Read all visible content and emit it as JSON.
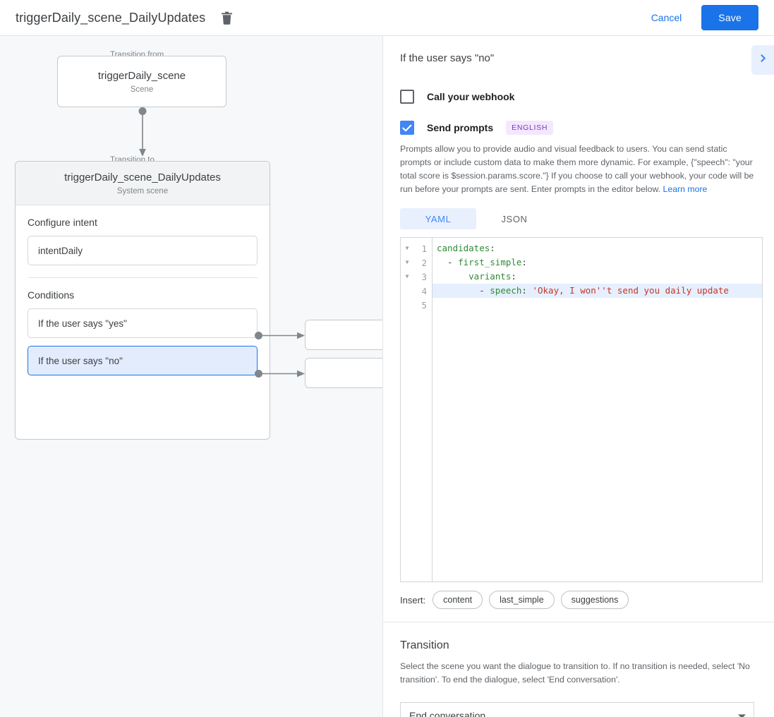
{
  "topbar": {
    "title": "triggerDaily_scene_DailyUpdates",
    "delete_icon": "trash-icon",
    "cancel_label": "Cancel",
    "save_label": "Save",
    "save_color": "#1a73e8",
    "link_color": "#1a73e8"
  },
  "canvas": {
    "from": {
      "legend": "Transition from",
      "name": "triggerDaily_scene",
      "type": "Scene"
    },
    "to": {
      "legend": "Transition to",
      "name": "triggerDaily_scene_DailyUpdates",
      "type": "System scene"
    },
    "intent": {
      "section_title": "Configure intent",
      "value": "intentDaily"
    },
    "conditions": {
      "section_title": "Conditions",
      "items": [
        {
          "label": "If the user says \"yes\"",
          "selected": false
        },
        {
          "label": "If the user says \"no\"",
          "selected": true
        }
      ],
      "selected_bg": "#e3ecfd",
      "selected_border": "#1a73e8"
    },
    "target_nodes": [
      {
        "label": ""
      },
      {
        "label": ""
      }
    ]
  },
  "panel": {
    "title": "If the user says \"no\"",
    "expand_icon": "chevron-right-icon",
    "webhook": {
      "label": "Call your webhook",
      "checked": false
    },
    "prompts": {
      "label": "Send prompts",
      "checked": true,
      "badge": "ENGLISH",
      "badge_color": "#8430ce",
      "badge_bg": "#f3e8fd",
      "description": "Prompts allow you to provide audio and visual feedback to users. You can send static prompts or include custom data to make them more dynamic. For example, {\"speech\": \"your total score is $session.params.score.\"} If you choose to call your webhook, your code will be run before your prompts are sent. Enter prompts in the editor below. ",
      "learn_more": "Learn more"
    },
    "editor": {
      "tabs": [
        {
          "label": "YAML",
          "active": true
        },
        {
          "label": "JSON",
          "active": false
        }
      ],
      "active_tab_color": "#4285f4",
      "active_tab_bg": "#e8f0fe",
      "highlighted_line": 4,
      "lines": [
        {
          "num": 1,
          "fold": true,
          "indent": 0,
          "key": "candidates",
          "colon": ":",
          "value": ""
        },
        {
          "num": 2,
          "fold": true,
          "indent": 2,
          "dash": true,
          "key": "first_simple",
          "colon": ":",
          "value": ""
        },
        {
          "num": 3,
          "fold": true,
          "indent": 6,
          "key": "variants",
          "colon": ":",
          "value": ""
        },
        {
          "num": 4,
          "fold": false,
          "indent": 8,
          "dash": true,
          "key": "speech",
          "colon": ":",
          "value": "'Okay, I won''t send you daily update"
        },
        {
          "num": 5,
          "fold": false,
          "indent": 0,
          "key": "",
          "colon": "",
          "value": ""
        }
      ],
      "key_color": "#2e8b37",
      "string_color": "#c5352b"
    },
    "insert": {
      "label": "Insert:",
      "chips": [
        "content",
        "last_simple",
        "suggestions"
      ]
    },
    "transition": {
      "title": "Transition",
      "description": "Select the scene you want the dialogue to transition to. If no transition is needed, select 'No transition'. To end the dialogue, select 'End conversation'.",
      "selected": "End conversation",
      "caret_icon": "chevron-down-icon"
    }
  }
}
